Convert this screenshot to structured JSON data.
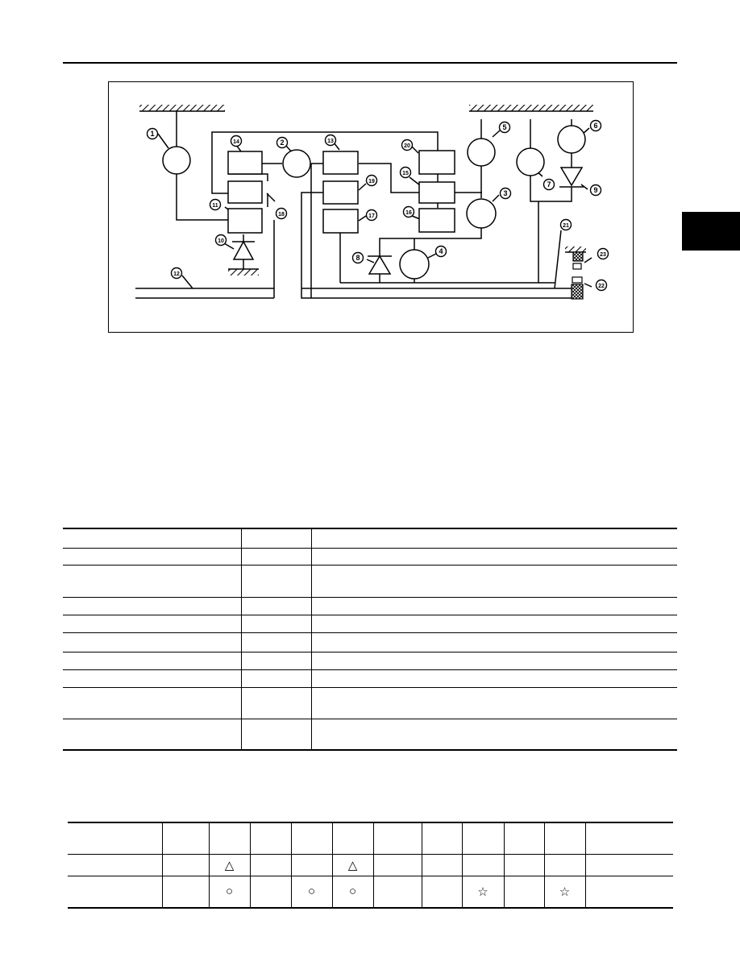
{
  "header": {
    "text": ""
  },
  "side_tab": {
    "text": ""
  },
  "diagram": {
    "callouts": [
      {
        "id": "c1",
        "label": "1"
      },
      {
        "id": "c2",
        "label": "2"
      },
      {
        "id": "c3",
        "label": "3"
      },
      {
        "id": "c4",
        "label": "4"
      },
      {
        "id": "c5",
        "label": "5"
      },
      {
        "id": "c6",
        "label": "6"
      },
      {
        "id": "c7",
        "label": "7"
      },
      {
        "id": "c8",
        "label": "8"
      },
      {
        "id": "c9",
        "label": "9"
      },
      {
        "id": "c10",
        "label": "10"
      },
      {
        "id": "c11",
        "label": "11"
      },
      {
        "id": "c12",
        "label": "12"
      },
      {
        "id": "c13",
        "label": "13"
      },
      {
        "id": "c14",
        "label": "14"
      },
      {
        "id": "c15",
        "label": "15"
      },
      {
        "id": "c16",
        "label": "16"
      },
      {
        "id": "c17",
        "label": "17"
      },
      {
        "id": "c18",
        "label": "18"
      },
      {
        "id": "c19",
        "label": "19"
      },
      {
        "id": "c20",
        "label": "20"
      },
      {
        "id": "c21",
        "label": "21"
      },
      {
        "id": "c22",
        "label": "22"
      },
      {
        "id": "c23",
        "label": "23"
      }
    ]
  },
  "spec_table": {
    "rows": [
      [
        "",
        "",
        ""
      ],
      [
        "",
        "",
        ""
      ],
      [
        "",
        "",
        ""
      ],
      [
        "",
        "",
        ""
      ],
      [
        "",
        "",
        ""
      ],
      [
        "",
        "",
        ""
      ],
      [
        "",
        "",
        ""
      ],
      [
        "",
        "",
        ""
      ],
      [
        "",
        "",
        ""
      ],
      [
        "",
        "",
        ""
      ]
    ]
  },
  "op_table": {
    "rows": [
      [
        "",
        "",
        "",
        "",
        "",
        "",
        "",
        "",
        "",
        "",
        "",
        ""
      ],
      [
        "",
        "",
        "triangle",
        "",
        "",
        "triangle",
        "",
        "",
        "",
        "",
        "",
        ""
      ],
      [
        "",
        "",
        "circle",
        "",
        "circle",
        "circle",
        "",
        "",
        "star",
        "",
        "star",
        ""
      ]
    ]
  }
}
